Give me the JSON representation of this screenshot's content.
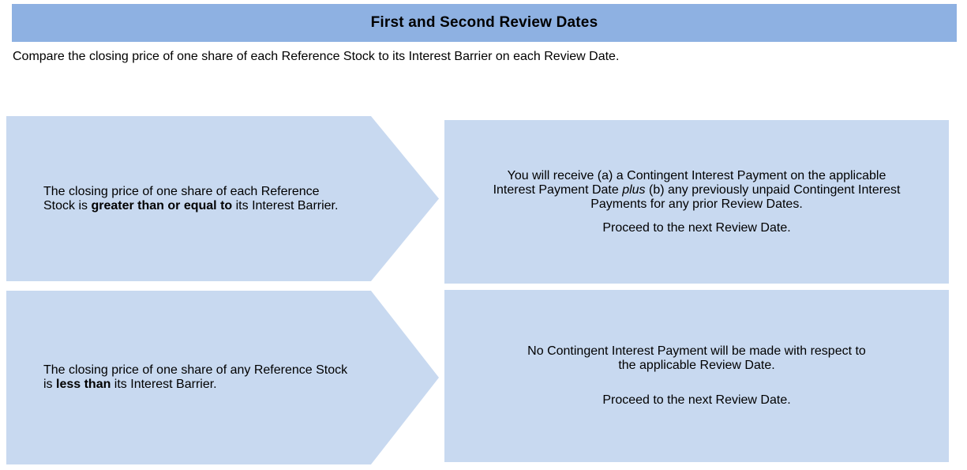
{
  "title": "First and Second Review Dates",
  "intro": "Compare the closing price of one share of each Reference Stock to its Interest Barrier on each Review Date.",
  "colors": {
    "header_bg": "#8EB1E2",
    "box_bg": "#C8D9F0",
    "text": "#000000"
  },
  "rows": [
    {
      "condition_segments": [
        {
          "text": "The closing price of one share of each Reference"
        },
        {
          "br": true
        },
        {
          "text": "Stock is "
        },
        {
          "text": "greater than or equal to",
          "bold": true
        },
        {
          "text": " its Interest Barrier."
        }
      ],
      "outcome_paragraphs": [
        {
          "segments": [
            {
              "text": "You will receive (a) a Contingent Interest Payment on the applicable"
            },
            {
              "br": true
            },
            {
              "text": "Interest Payment Date "
            },
            {
              "text": "plus",
              "italic": true
            },
            {
              "text": " (b) any previously unpaid Contingent Interest"
            },
            {
              "br": true
            },
            {
              "text": "Payments for any prior Review Dates."
            }
          ]
        },
        {
          "segments": [
            {
              "text": "Proceed to the next Review Date."
            }
          ]
        }
      ]
    },
    {
      "condition_segments": [
        {
          "text": "The closing price of one share of any Reference Stock"
        },
        {
          "br": true
        },
        {
          "text": "is "
        },
        {
          "text": "less than",
          "bold": true
        },
        {
          "text": " its Interest Barrier."
        }
      ],
      "outcome_paragraphs": [
        {
          "segments": [
            {
              "text": "No Contingent Interest Payment will be made with respect to"
            },
            {
              "br": true
            },
            {
              "text": "the applicable Review Date."
            }
          ]
        },
        {
          "segments": [
            {
              "text": "Proceed to the next Review Date."
            }
          ]
        }
      ]
    }
  ]
}
